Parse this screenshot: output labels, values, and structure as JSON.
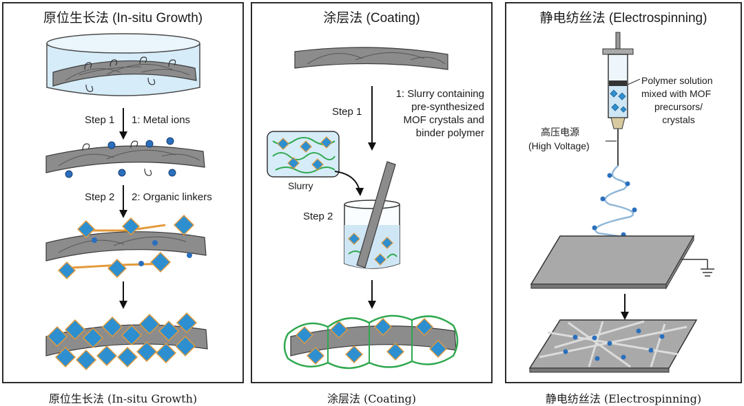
{
  "panels": [
    {
      "title": "原位生长法 (In-situ Growth)",
      "caption": "原位生长法 (In-situ Growth)",
      "step1_label": "Step 1",
      "step1_text": "1: Metal ions",
      "step2_label": "Step 2",
      "step2_text": "2: Organic linkers"
    },
    {
      "title": "涂层法 (Coating)",
      "caption": "涂层法 (Coating)",
      "step1_label": "Step 1",
      "step1_lines": [
        "1: Slurry containing",
        "pre-synthesized",
        "MOF crystals and",
        "binder polymer"
      ],
      "slurry_label": "Slurry",
      "step2_label": "Step 2"
    },
    {
      "title": "静电纺丝法 (Electrospinning)",
      "caption": "静电纺丝法 (Electrospinning)",
      "solution_lines": [
        "Polymer solution",
        "mixed with MOF",
        "precursors/",
        "crystals"
      ],
      "voltage_cn": "高压电源",
      "voltage_en": "(High Voltage)"
    }
  ],
  "colors": {
    "fiber": "#8c8c8c",
    "fiber_dark": "#4a4a4a",
    "mof_blue": "#2e8fd0",
    "mof_orange": "#e39a3a",
    "ion_blue": "#2a6fbd",
    "binder_green": "#2fa84f",
    "liquid": "#cfe6f5"
  }
}
